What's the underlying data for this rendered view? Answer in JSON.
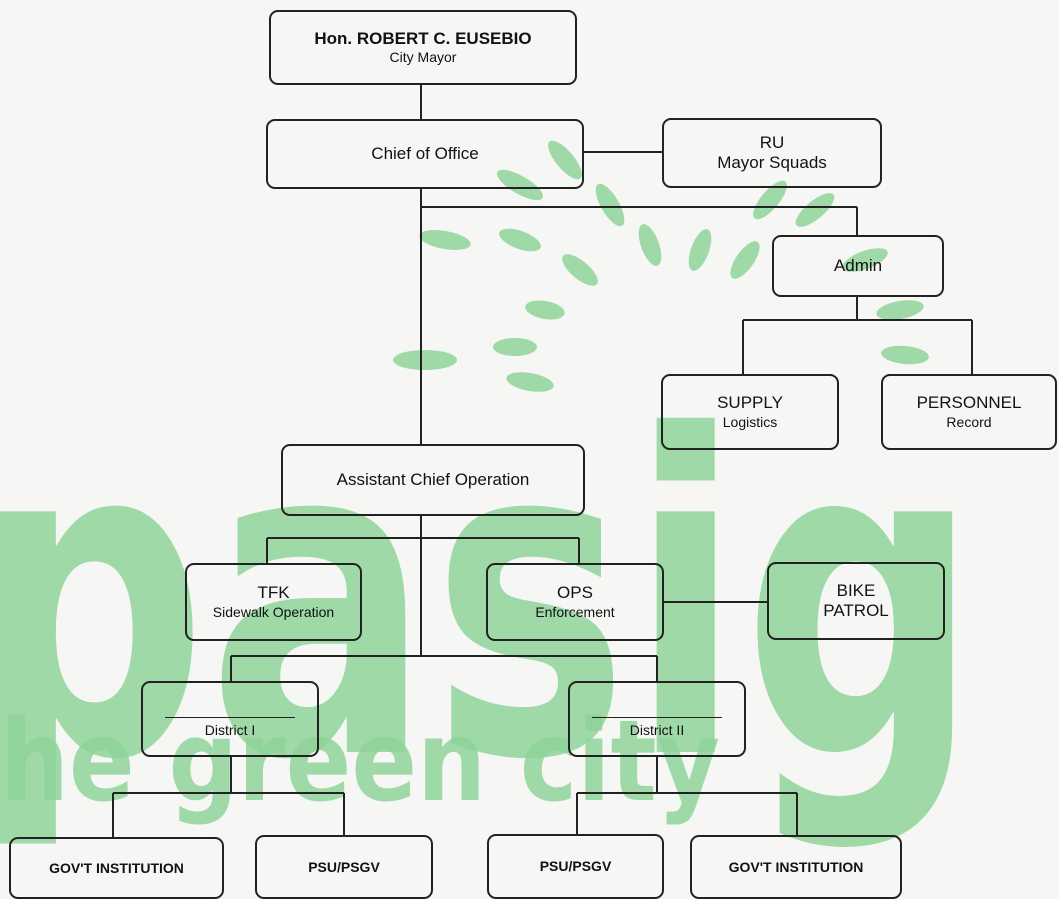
{
  "org": {
    "mayor": {
      "name": "Hon. ROBERT C. EUSEBIO",
      "title": "City Mayor"
    },
    "chief": {
      "label": "Chief of Office"
    },
    "ru": {
      "line1": "RU",
      "line2": "Mayor Squads"
    },
    "admin": {
      "label": "Admin"
    },
    "supply": {
      "line1": "SUPPLY",
      "line2": "Logistics"
    },
    "personnel": {
      "line1": "PERSONNEL",
      "line2": "Record"
    },
    "asst": {
      "label": "Assistant Chief Operation"
    },
    "tfk": {
      "line1": "TFK",
      "line2": "Sidewalk Operation"
    },
    "ops": {
      "line1": "OPS",
      "line2": "Enforcement"
    },
    "bike": {
      "line1": "BIKE",
      "line2": "PATROL"
    },
    "district1": {
      "label": "District I"
    },
    "district2": {
      "label": "District II"
    },
    "gov1": {
      "label": "GOV'T INSTITUTION"
    },
    "psu1": {
      "label": "PSU/PSGV"
    },
    "psu2": {
      "label": "PSU/PSGV"
    },
    "gov2": {
      "label": "GOV'T INSTITUTION"
    }
  },
  "watermark": {
    "logo_text": "pasig",
    "tagline": "he green city",
    "color": "#8fd49a"
  },
  "colors": {
    "line": "#222222",
    "background": "#f6f7f4"
  }
}
